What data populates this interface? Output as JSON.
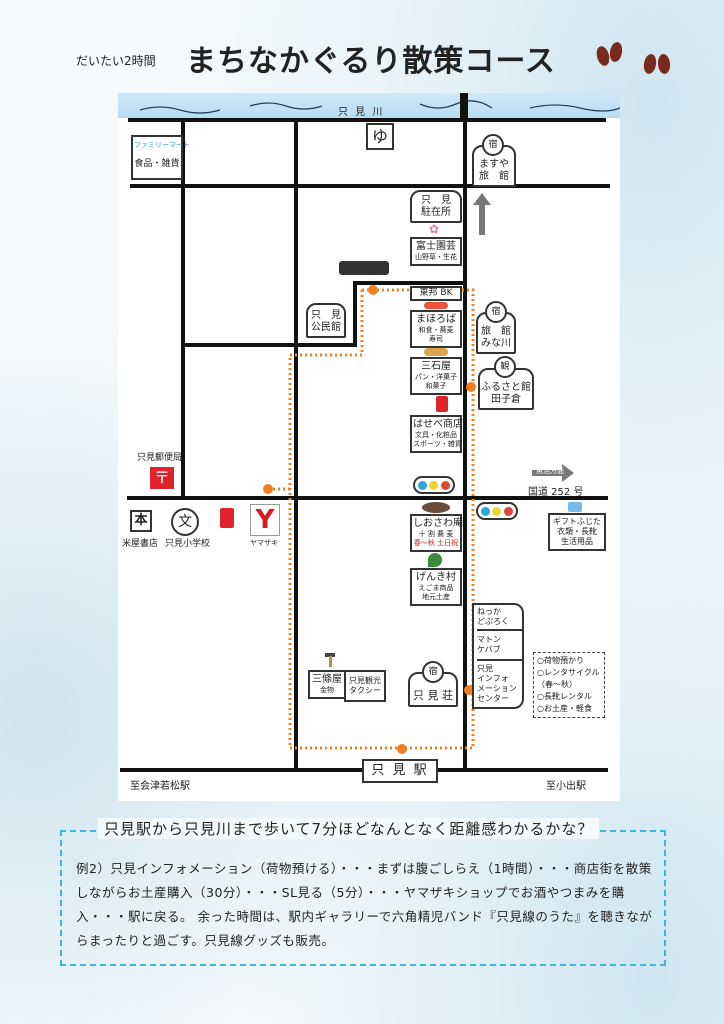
{
  "header": {
    "subtitle": "だいたい2時間",
    "title": "まちなかぐるり散策コース"
  },
  "map": {
    "river": "只 見 川",
    "onsen": "ゆ",
    "store_logo": "ファミリーマート",
    "store": "食品・雑貨",
    "masuya": {
      "badge": "宿",
      "name1": "ますや",
      "name2": "旅　館"
    },
    "police": {
      "l1": "只　見",
      "l2": "駐在所"
    },
    "fuji": {
      "name": "富士園芸",
      "sub": "山野草・生花"
    },
    "toho": "東邦 BK",
    "kominkan": {
      "l1": "只　見",
      "l2": "公民館"
    },
    "mahoroba": {
      "name": "まほろば",
      "sub1": "和食・蕎麦",
      "sub2": "寿司"
    },
    "minagawa": {
      "badge": "宿",
      "l1": "旅　館",
      "l2": "みな川"
    },
    "furusato": {
      "badge": "観",
      "l1": "ふるさと館",
      "l2": "田子倉"
    },
    "mitsuishi": {
      "name": "三石屋",
      "sub1": "パン・洋菓子",
      "sub2": "和菓子"
    },
    "hasebe": {
      "name": "はせべ商店",
      "sub1": "文具・化粧品",
      "sub2": "スポーツ・雑貨"
    },
    "uonuma_arrow": "魚沼方面",
    "route252": "国道 252 号",
    "post": "只見郵便局",
    "bookstore_icon": "本",
    "bookstore": "米屋書店",
    "school_icon": "文",
    "school": "只見小学校",
    "yamazaki_icon": "Y",
    "yamazaki": "ヤマザキ",
    "shiosawa": {
      "name": "しおさわ庵",
      "sub1": "十 割 蕎 麦",
      "sub2": "春～秋 土日祝"
    },
    "genki": {
      "name": "げんき村",
      "sub1": "えごま商品",
      "sub2": "地元土産"
    },
    "gift": {
      "name": "ギフトふじた",
      "sub1": "衣類・長靴",
      "sub2": "生活用品"
    },
    "nekka": {
      "l1": "ねっか",
      "l2": "どぶろく"
    },
    "kebab": {
      "l1": "マトン",
      "l2": "ケバブ"
    },
    "info": {
      "l1": "只見",
      "l2": "インフォ",
      "l3": "メーション",
      "l4": "センター"
    },
    "info_services": [
      "○荷物預かり",
      "○レンタサイクル",
      "（春～秋）",
      "○長靴レンタル",
      "○お土産・軽食"
    ],
    "sanjo": {
      "name": "三條屋",
      "sub": "金物"
    },
    "taxi": {
      "l1": "只見観光",
      "l2": "タクシー"
    },
    "tadamiso": {
      "badge": "宿",
      "name": "只 見 荘"
    },
    "station": "只 見 駅",
    "to_west": "至会津若松駅",
    "to_east": "至小出駅",
    "colors": {
      "route": "#f07f22",
      "river": "#b9dcf1",
      "frame": "#3cb7d6"
    }
  },
  "note": {
    "heading": "只見駅から只見川まで歩いて7分ほどなんとなく距離感わかるかな？",
    "body": "例2）只見インフォメーション（荷物預ける）・・・まずは腹ごしらえ（1時間）・・・商店街を散策しながらお土産購入（30分）・・・SL見る（5分）・・・ヤマザキショップでお酒やつまみを購入・・・駅に戻る。 余った時間は、駅内ギャラリーで六角精児バンド『只見線のうた』を聴きながらまったりと過ごす。只見線グッズも販売。"
  }
}
